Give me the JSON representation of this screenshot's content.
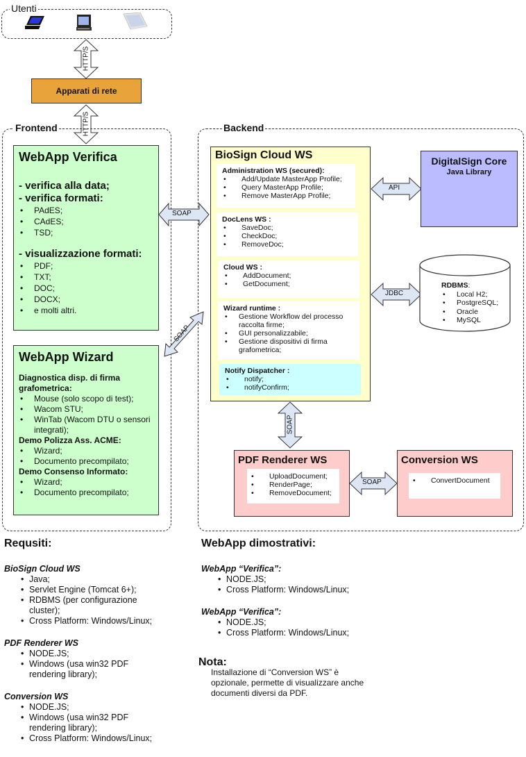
{
  "groups": {
    "users": {
      "label": "Utenti",
      "devices": [
        "laptop-icon",
        "desktop-pc-icon",
        "tablet-icon"
      ]
    },
    "frontend": {
      "label": "Frontend"
    },
    "backend": {
      "label": "Backend"
    }
  },
  "network": {
    "label": "Apparati di rete",
    "color": "#e8a43a"
  },
  "connectors": {
    "users_network": "HTTP/S",
    "network_frontend": "HTTP/S",
    "verifica_biosign": "SOAP",
    "wizard_biosign": "SOAP",
    "biosign_core": "API",
    "biosign_rdbms": "JDBC",
    "biosign_pdf": "SOAP",
    "pdf_conversion": "SOAP"
  },
  "webapp_verifica": {
    "title": "WebApp Verifica",
    "color": "#ccffcc",
    "line1": "- verifica alla data;",
    "line2": "- verifica formati:",
    "formats": [
      "PAdES;",
      "CAdES;",
      "TSD;"
    ],
    "line3": "- visualizzazione formati:",
    "view_formats": [
      "PDF;",
      "TXT;",
      "DOC;",
      "DOCX;",
      "e molti altri."
    ]
  },
  "webapp_wizard": {
    "title": "WebApp Wizard",
    "sections": [
      {
        "heading": "Diagnostica disp. di firma grafometrica:",
        "items": [
          "Mouse (solo scopo di test);",
          "Wacom STU;",
          "WinTab (Wacom DTU o sensori integrati);"
        ]
      },
      {
        "heading": "Demo Polizza Ass. ACME:",
        "items": [
          "Wizard;",
          "Documento precompilato;"
        ]
      },
      {
        "heading": "Demo Consenso Informato:",
        "items": [
          "Wizard;",
          "Documento precompilato;"
        ]
      }
    ]
  },
  "biosign": {
    "title": "BioSign Cloud WS",
    "color": "#ffffcc",
    "modules": [
      {
        "heading": "Administration WS (secured):",
        "items": [
          "Add/Update MasterApp Profile;",
          "Query MasterApp Profile;",
          "Remove MasterApp Profile;"
        ]
      },
      {
        "heading": "DocLens WS :",
        "items": [
          "SaveDoc;",
          "CheckDoc;",
          "RemoveDoc;"
        ]
      },
      {
        "heading": "Cloud WS :",
        "items": [
          "AddDocument;",
          "GetDocument;"
        ]
      },
      {
        "heading": "Wizard runtime :",
        "items": [
          "Gestione Workflow del processo raccolta firme;",
          "GUI personalizzabile;",
          "Gestione dispositivi di firma grafometrica;"
        ]
      },
      {
        "heading": "Notify Dispatcher :",
        "items": [
          "notify;",
          "notifyConfirm;"
        ]
      }
    ]
  },
  "digitalsign_core": {
    "title": "DigitalSign Core",
    "subtitle": "Java Library",
    "color": "#bbbbff"
  },
  "rdbms": {
    "heading": "RDBMS",
    "suffix": ":",
    "items": [
      "Local H2;",
      "PostgreSQL;",
      "Oracle",
      "MySQL"
    ]
  },
  "pdf_renderer": {
    "title": "PDF Renderer WS",
    "color": "#ffcccc",
    "items": [
      "UploadDocument;",
      "RenderPage;",
      "RemoveDocument;"
    ]
  },
  "conversion": {
    "title": "Conversion WS",
    "items": [
      "ConvertDocument"
    ]
  },
  "requirements": {
    "title": "Requsiti:",
    "sections": [
      {
        "heading": "BioSign Cloud WS",
        "items": [
          "Java;",
          "Servlet Engine (Tomcat 6+);",
          "RDBMS (per configurazione cluster);",
          "Cross Platform: Windows/Linux;"
        ]
      },
      {
        "heading": "PDF Renderer WS",
        "items": [
          "NODE.JS;",
          "Windows (usa win32 PDF rendering library);"
        ]
      },
      {
        "heading": "Conversion WS",
        "items": [
          "NODE.JS;",
          "Windows (usa win32 PDF rendering library);",
          "Cross Platform: Windows/Linux;"
        ]
      }
    ]
  },
  "demo_webapps": {
    "title": "WebApp dimostrativi:",
    "sections": [
      {
        "heading": "WebApp “Verifica”:",
        "items": [
          "NODE.JS;",
          "Cross Platform: Windows/Linux;"
        ]
      },
      {
        "heading": "WebApp “Verifica”:",
        "items": [
          "NODE.JS;",
          "Cross Platform: Windows/Linux;"
        ]
      }
    ]
  },
  "note": {
    "title": "Nota:",
    "text": "Installazione di “Conversion WS” è opzionale, permette di visualizzare anche documenti diversi da PDF."
  }
}
